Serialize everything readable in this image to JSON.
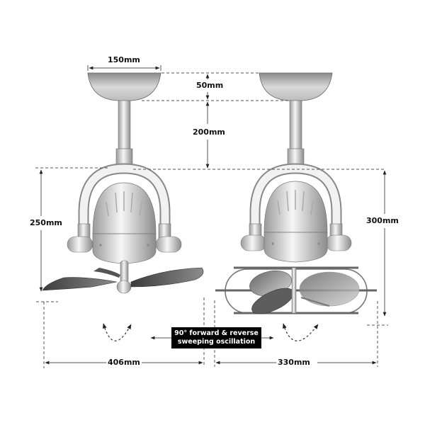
{
  "title": "Ceiling fan dimension diagram",
  "dimensions": {
    "canopy_width": "150mm",
    "canopy_height": "50mm",
    "downrod_length": "200mm",
    "bladed_fan_height": "250mm",
    "caged_fan_height": "300mm",
    "bladed_fan_span": "406mm",
    "caged_fan_span": "330mm"
  },
  "callout": {
    "line1": "90° forward & reverse",
    "line2": "sweeping oscillation"
  },
  "models": [
    {
      "name": "bladed-fan",
      "blades": 4,
      "position": "left"
    },
    {
      "name": "caged-fan",
      "blades": 4,
      "position": "right"
    }
  ],
  "colors": {
    "dimension_lines": "#555555",
    "fan_body_light": "#f4f4f4",
    "fan_body_dark": "#8a8a8a",
    "blade_dark": "#5a5a5a",
    "callout_bg": "#000000",
    "callout_text": "#ffffff"
  }
}
